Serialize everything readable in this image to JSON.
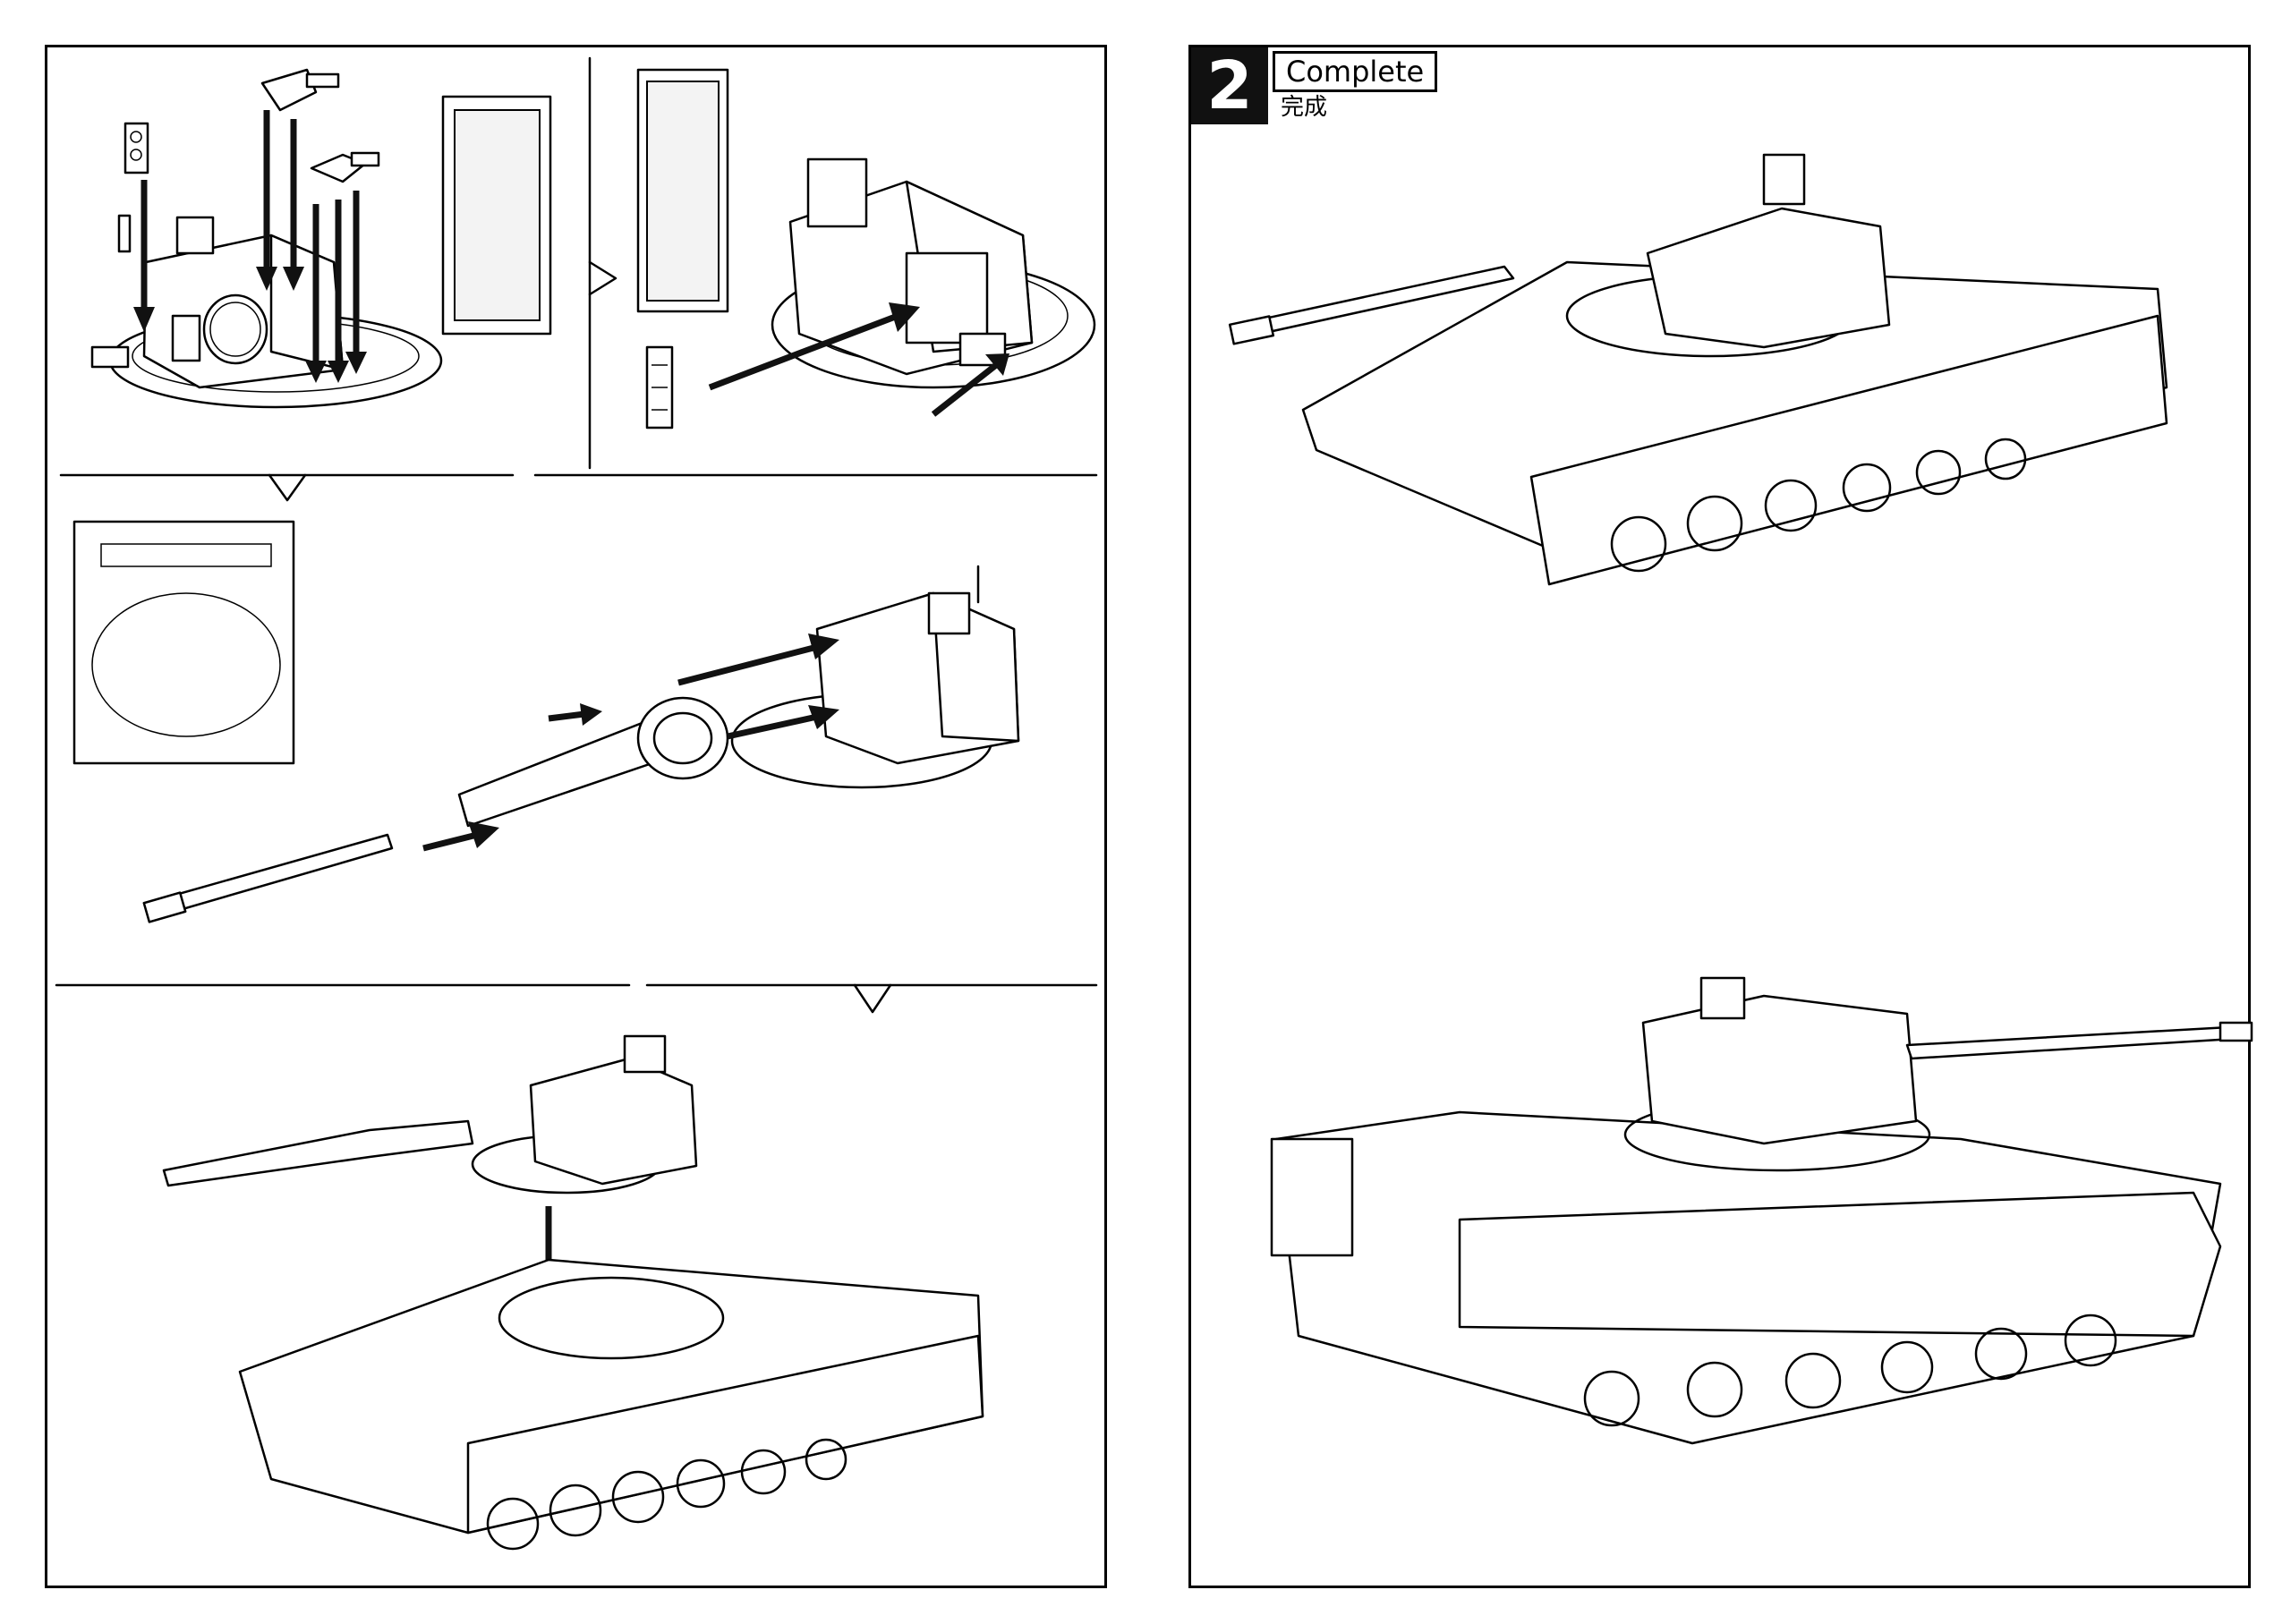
{
  "document": {
    "right_page": {
      "step_number": "2",
      "step_title": "Complete",
      "step_subtitle": "完成"
    }
  },
  "icons": {
    "assembly_arrow": "arrow-icon",
    "callout_pointer": "chevron-down-icon",
    "photo_etch_sheet": "sprue-sheet-icon"
  },
  "colors": {
    "line": "#000000",
    "background": "#ffffff",
    "step_badge": "#111111"
  }
}
